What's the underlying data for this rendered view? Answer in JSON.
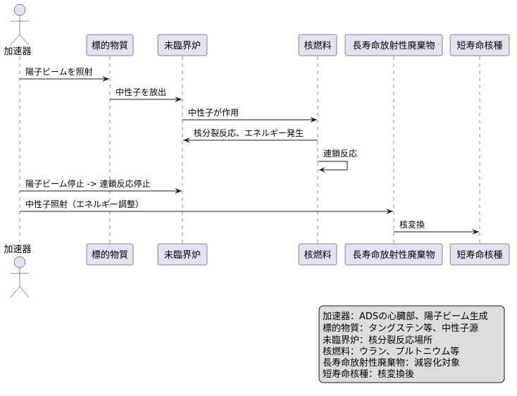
{
  "participants": [
    {
      "id": "accelerator",
      "label": "加速器",
      "kind": "actor"
    },
    {
      "id": "target",
      "label": "標的物質",
      "kind": "participant"
    },
    {
      "id": "subcritical",
      "label": "未臨界炉",
      "kind": "participant"
    },
    {
      "id": "fuel",
      "label": "核燃料",
      "kind": "participant"
    },
    {
      "id": "lla",
      "label": "長寿命放射性廃棄物",
      "kind": "participant"
    },
    {
      "id": "slnuc",
      "label": "短寿命核種",
      "kind": "participant"
    }
  ],
  "messages": [
    {
      "from": "accelerator",
      "to": "target",
      "label": "陽子ビームを照射"
    },
    {
      "from": "target",
      "to": "subcritical",
      "label": "中性子を放出"
    },
    {
      "from": "subcritical",
      "to": "fuel",
      "label": "中性子が作用"
    },
    {
      "from": "fuel",
      "to": "subcritical",
      "label": "核分裂反応、エネルギー発生"
    },
    {
      "from": "fuel",
      "to": "fuel",
      "label": "連鎖反応"
    },
    {
      "from": "accelerator",
      "to": "subcritical",
      "label": "陽子ビーム停止 -> 連鎖反応停止"
    },
    {
      "from": "accelerator",
      "to": "lla",
      "label": "中性子照射（エネルギー調整）"
    },
    {
      "from": "lla",
      "to": "slnuc",
      "label": "核変換"
    }
  ],
  "note": {
    "lines": [
      "加速器：ADSの心臓部、陽子ビーム生成",
      "標的物質：タングステン等、中性子源",
      "未臨界炉：核分裂反応場所",
      "核燃料：ウラン、プルトニウム等",
      "長寿命放射性廃棄物：減容化対象",
      "短寿命核種：核変換後"
    ]
  },
  "colors": {
    "participant_fill": "#E2E2F0",
    "line": "#181818",
    "note_fill": "#DDDDDD"
  }
}
